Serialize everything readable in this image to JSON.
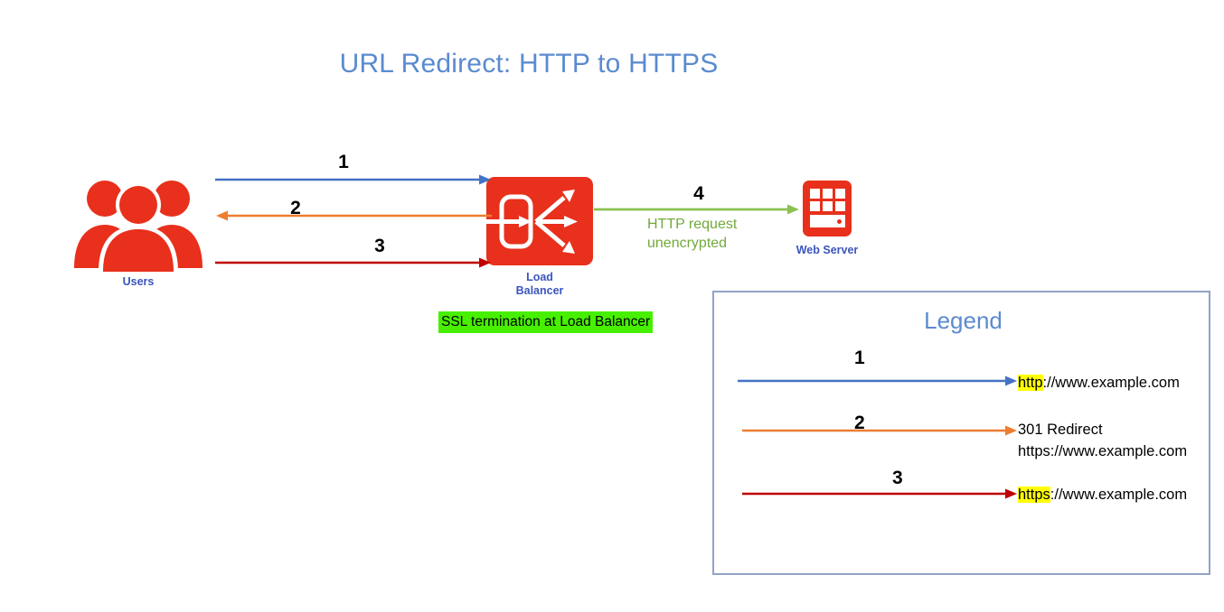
{
  "page": {
    "title": "URL Redirect: HTTP to HTTPS",
    "background": "#FFFFFF"
  },
  "colors": {
    "title_blue": "#5B8BD0",
    "node_label_blue": "#3B55BE",
    "icon_red": "#E8301C",
    "arrow_1_blue": "#4472C4",
    "arrow_2_orange": "#ED7D31",
    "arrow_3_darkred": "#C00000",
    "arrow_4_green": "#8CC152",
    "highlight_yellow": "#FFFF00",
    "highlight_green": "#46F000",
    "legend_border": "#91A3C6"
  },
  "nodes": {
    "users": {
      "label": "Users",
      "icon": "users-group-icon"
    },
    "load_balancer": {
      "label_line1": "Load",
      "label_line2": "Balancer",
      "icon": "load-balancer-icon"
    },
    "web_server": {
      "label": "Web Server",
      "icon": "web-server-icon"
    }
  },
  "flows": [
    {
      "number": "1",
      "color": "#4472C4",
      "direction": "right",
      "from": "users",
      "to": "load_balancer"
    },
    {
      "number": "2",
      "color": "#ED7D31",
      "direction": "left",
      "from": "load_balancer",
      "to": "users"
    },
    {
      "number": "3",
      "color": "#C00000",
      "direction": "right",
      "from": "users",
      "to": "load_balancer"
    },
    {
      "number": "4",
      "color": "#8CC152",
      "direction": "right",
      "from": "load_balancer",
      "to": "web_server",
      "caption_line1": "HTTP request",
      "caption_line2": "unencrypted"
    }
  ],
  "ssl_banner": {
    "text": "SSL termination at Load Balancer"
  },
  "legend": {
    "title": "Legend",
    "entries": [
      {
        "number": "1",
        "color": "#4472C4",
        "highlight": "http",
        "rest": "://www.example.com",
        "line2": ""
      },
      {
        "number": "2",
        "color": "#ED7D31",
        "highlight": "",
        "rest": "301 Redirect",
        "line2": "https://www.example.com"
      },
      {
        "number": "3",
        "color": "#C00000",
        "highlight": "https",
        "rest": "://www.example.com",
        "line2": ""
      }
    ]
  }
}
